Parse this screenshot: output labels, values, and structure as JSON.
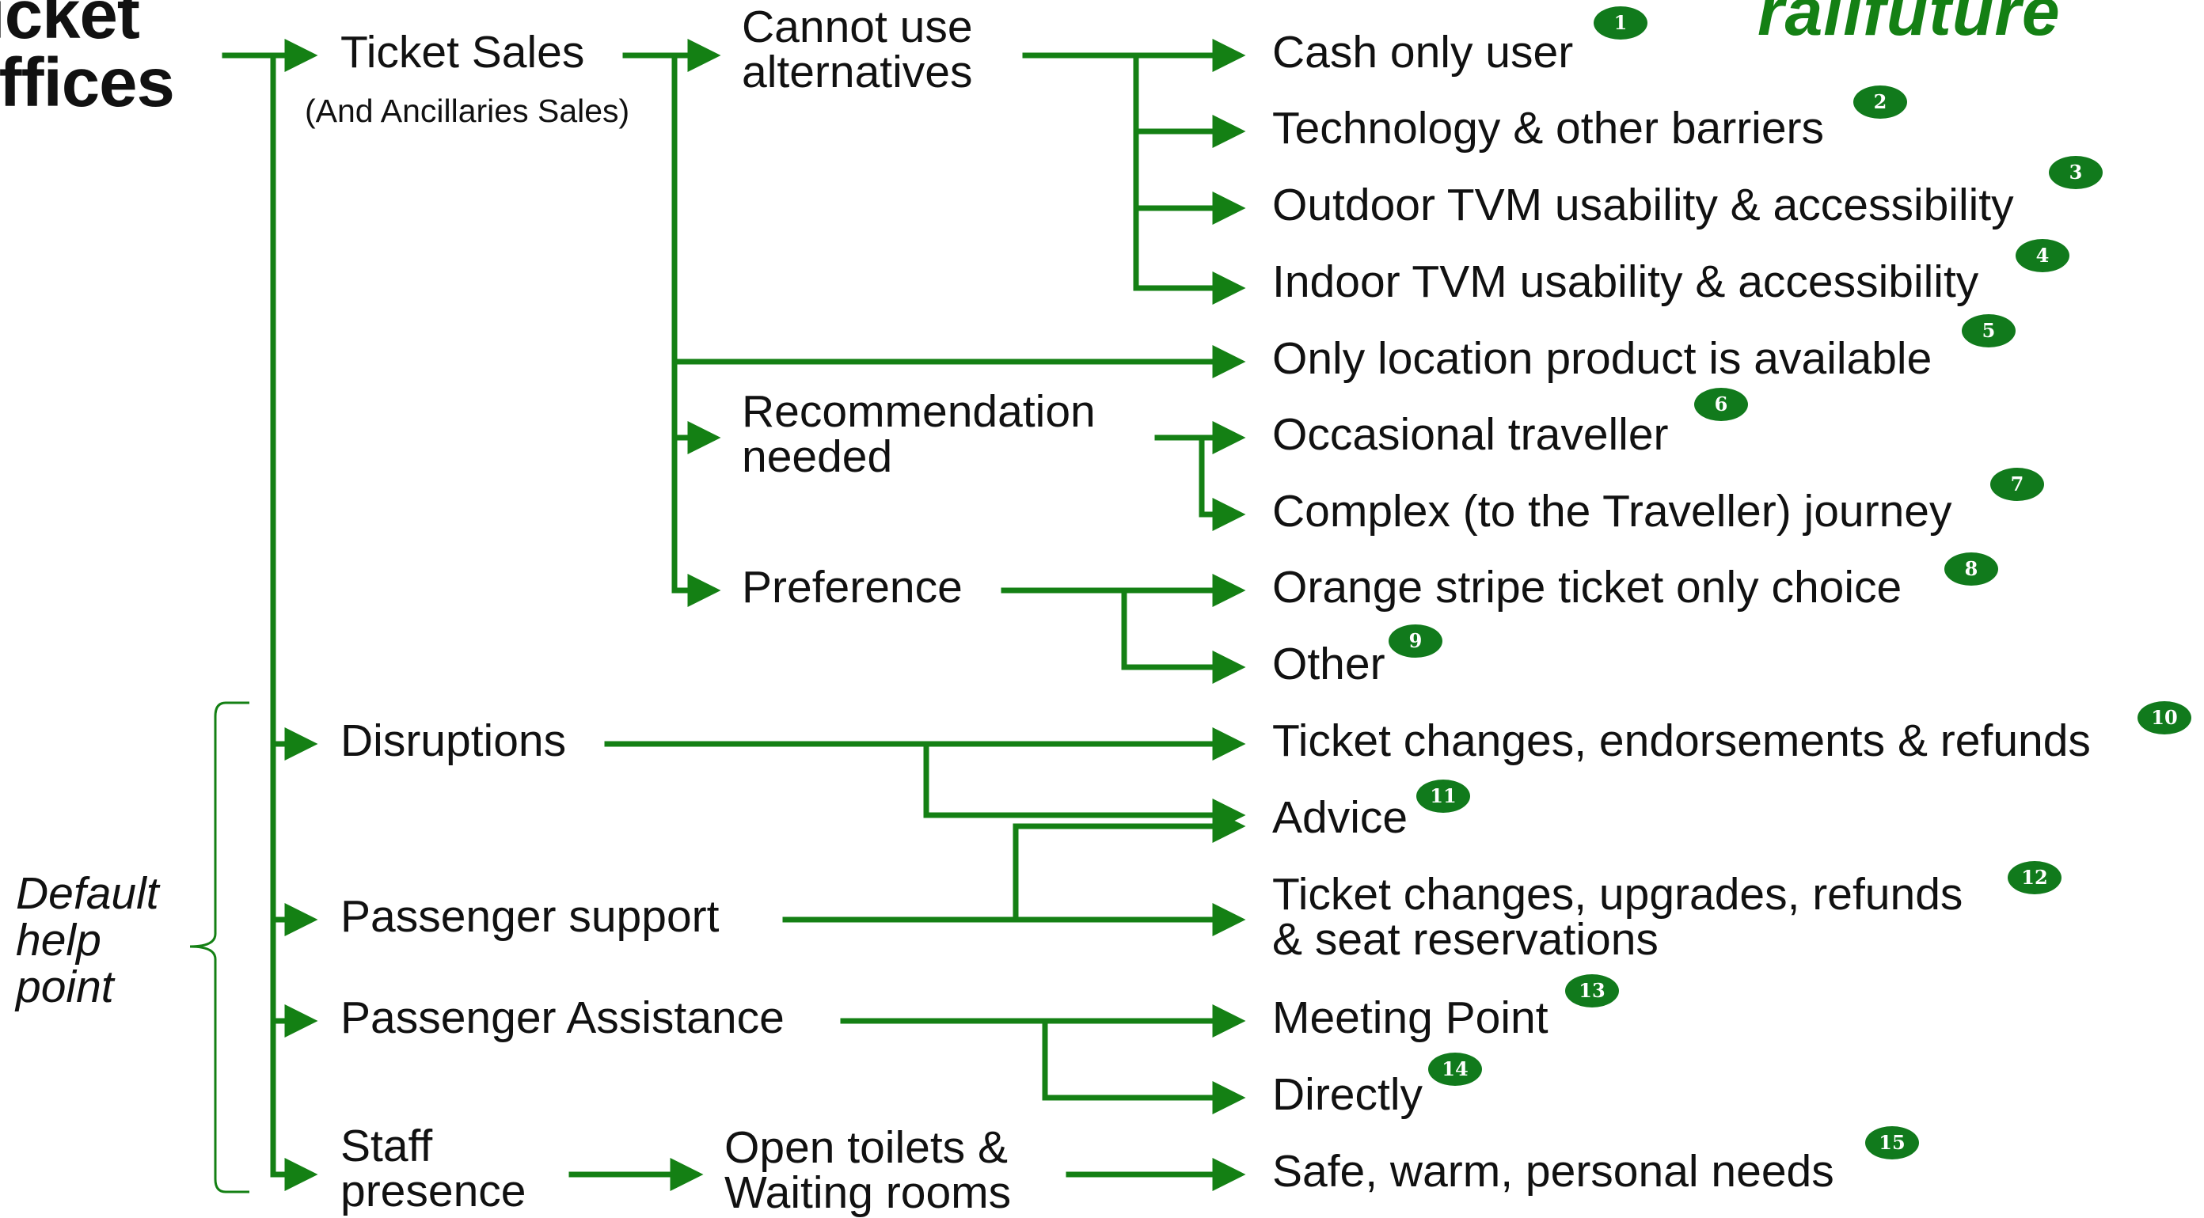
{
  "root": {
    "label": "Ticket\nOffices"
  },
  "side_label": "Default\nhelp\npoint",
  "logo_text": "railfuture",
  "level1": {
    "ticket_sales": "Ticket Sales",
    "ticket_sales_sub": "(And Ancillaries Sales)",
    "disruptions": "Disruptions",
    "passenger_support": "Passenger support",
    "passenger_assistance": "Passenger Assistance",
    "staff_presence": "Staff\npresence"
  },
  "level2": {
    "cannot_use": "Cannot use\nalternatives",
    "recommendation": "Recommendation\nneeded",
    "preference": "Preference",
    "open_toilets": "Open toilets &\nWaiting rooms"
  },
  "leaves": [
    {
      "text": "Cash only user",
      "num": "1"
    },
    {
      "text": "Technology & other barriers",
      "num": "2"
    },
    {
      "text": "Outdoor TVM usability & accessibility",
      "num": "3"
    },
    {
      "text": "Indoor TVM usability & accessibility",
      "num": "4"
    },
    {
      "text": "Only location product is available",
      "num": "5"
    },
    {
      "text": "Occasional traveller",
      "num": "6"
    },
    {
      "text": "Complex (to the Traveller) journey",
      "num": "7"
    },
    {
      "text": "Orange stripe ticket only choice",
      "num": "8"
    },
    {
      "text": "Other",
      "num": "9"
    },
    {
      "text": "Ticket changes, endorsements & refunds",
      "num": "10"
    },
    {
      "text": "Advice",
      "num": "11"
    },
    {
      "text": "Ticket changes, upgrades, refunds\n& seat reservations",
      "num": "12"
    },
    {
      "text": "Meeting Point",
      "num": "13"
    },
    {
      "text": "Directly",
      "num": "14"
    },
    {
      "text": "Safe, warm, personal needs",
      "num": "15"
    }
  ],
  "colors": {
    "line": "#148014",
    "badge": "#117a1c",
    "text": "#111111"
  }
}
